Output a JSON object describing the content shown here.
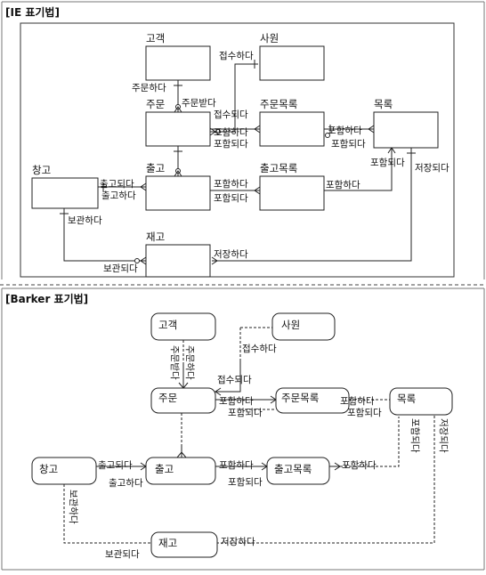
{
  "ie": {
    "title": "[IE 표기법]",
    "entities": {
      "customer": "고객",
      "employee": "사원",
      "order": "주문",
      "order_list": "주문목록",
      "catalog": "목록",
      "warehouse": "창고",
      "shipment": "출고",
      "shipment_list": "출고목록",
      "inventory": "재고"
    },
    "relations": {
      "orders": "주문하다",
      "ordered": "주문받다",
      "receive": "접수하다",
      "received": "접수되다",
      "include1": "포함하다",
      "included1": "포함되다",
      "include2": "포함하다",
      "included2": "포함되다",
      "included3": "포함되다",
      "stored": "저장되다",
      "ship_out1": "출고되다",
      "ship_out2": "출고하다",
      "include3": "포함하다",
      "included4": "포함되다",
      "include4": "포함하다",
      "keep": "보관하다",
      "kept": "보관되다",
      "store": "저장하다"
    }
  },
  "barker": {
    "title": "[Barker 표기법]",
    "entities": {
      "customer": "고객",
      "employee": "사원",
      "order": "주문",
      "order_list": "주문목록",
      "catalog": "목록",
      "warehouse": "창고",
      "shipment": "출고",
      "shipment_list": "출고목록",
      "inventory": "재고"
    },
    "relations": {
      "ordered_v": "주문받다",
      "orders_v": "주문하다",
      "receive": "접수하다",
      "received": "접수되다",
      "include1": "포함하다",
      "included1": "포함되다",
      "include2": "포함하다",
      "included2": "포함되다",
      "included3_v": "포함되다",
      "stored_v": "저장되다",
      "ship_out1": "출고되다",
      "ship_out2": "출고하다",
      "include3": "포함하다",
      "included4": "포함되다",
      "include4": "포함하다",
      "keep_v": "보관하다",
      "kept": "보관되다",
      "store": "저장하다"
    }
  }
}
